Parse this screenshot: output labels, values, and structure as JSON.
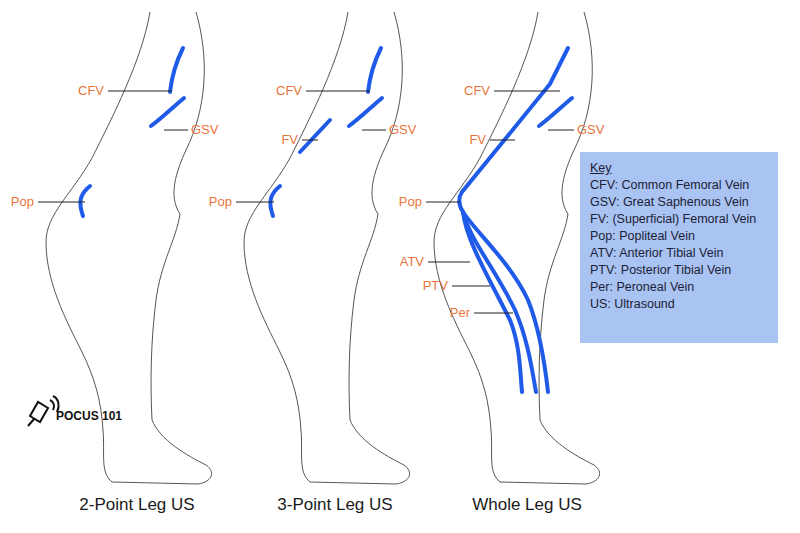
{
  "diagram": {
    "nodes": [
      {
        "text": [
          "Key",
          "CFV: Common Femoral Vein",
          "GSV: Great Saphenous Vein",
          "FV: (Superficial) Femoral Vein",
          "Pop: Popliteal Vein",
          "ATV: Anterior Tibial Vein",
          "PTV: Posterior Tibial Vein",
          "Per: Peroneal Vein",
          "US: Ultrasound"
        ]
      }
    ],
    "labels": [
      "CFV",
      "GSV",
      "Pop",
      "CFV",
      "FV",
      "GSV",
      "Pop",
      "CFV",
      "FV",
      "GSV",
      "Pop",
      "ATV",
      "PTV",
      "Per",
      "2-Point Leg US",
      "3-Point Leg US",
      "Whole Leg US",
      "POCUS 101"
    ]
  }
}
